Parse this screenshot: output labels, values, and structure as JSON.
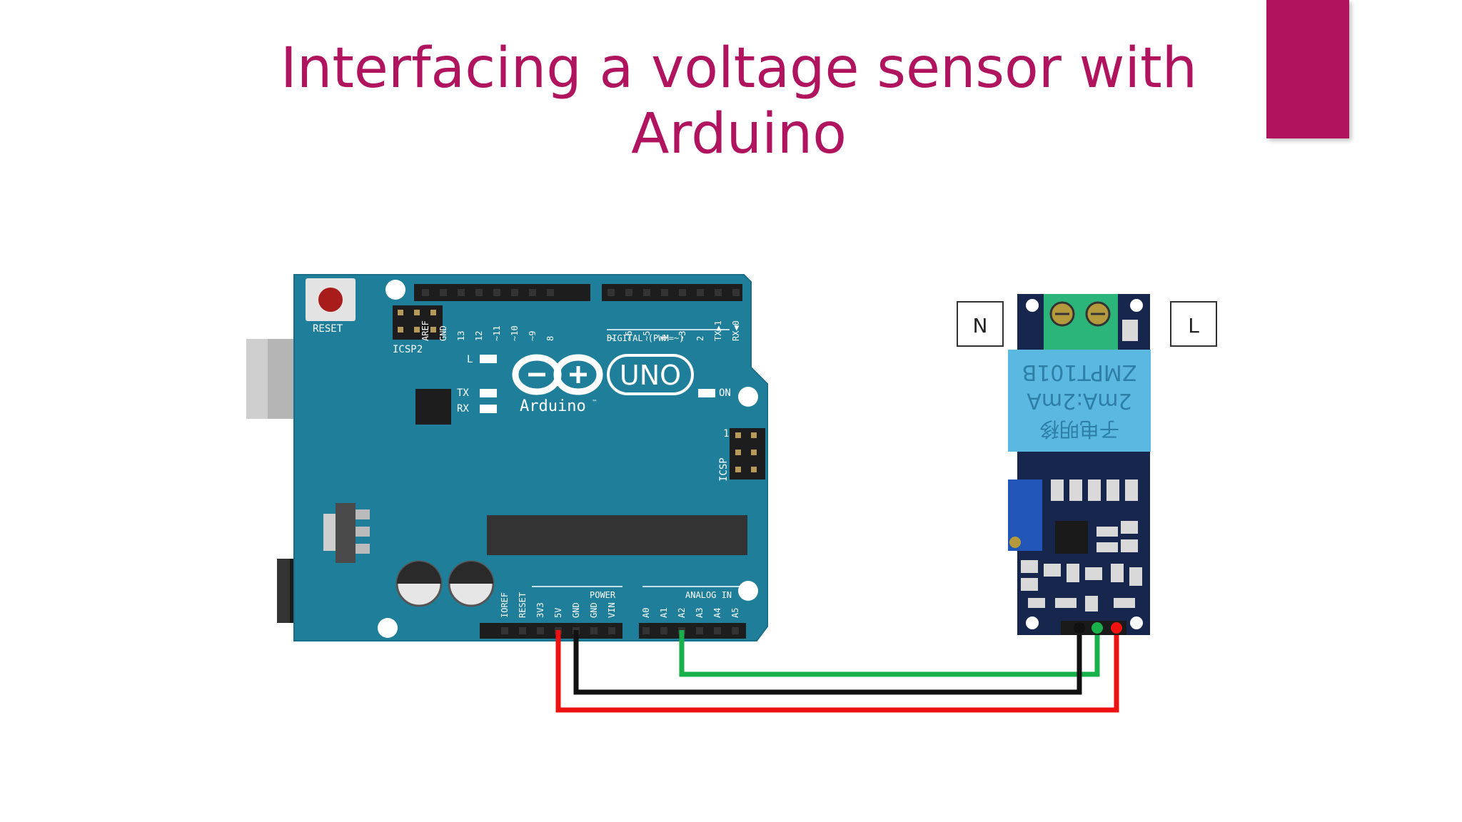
{
  "slide": {
    "title_line1": "Interfacing a voltage sensor with",
    "title_line2": "Arduino",
    "accent_color": "#b0145f"
  },
  "arduino": {
    "board_color": "#1f7f9a",
    "reset_label": "RESET",
    "icsp2_label": "ICSP2",
    "icsp_label": "ICSP",
    "icsp_pin1": "1",
    "led_l": "L",
    "led_tx": "TX",
    "led_rx": "RX",
    "led_on": "ON",
    "logo_text": "Arduino",
    "logo_tm": "™",
    "uno_text": "UNO",
    "digital_label": "DIGITAL (PWM=~)",
    "power_label": "POWER",
    "analog_label": "ANALOG IN",
    "digital_pins": [
      "AREF",
      "GND",
      "13",
      "12",
      "~11",
      "~10",
      "~9",
      "8",
      "7",
      "~6",
      "~5",
      "4",
      "~3",
      "2",
      "TX▶1",
      "RX◀0"
    ],
    "power_pins": [
      "IOREF",
      "RESET",
      "3V3",
      "5V",
      "GND",
      "GND",
      "VIN"
    ],
    "analog_pins": [
      "A0",
      "A1",
      "A2",
      "A3",
      "A4",
      "A5"
    ]
  },
  "sensor": {
    "terminal_n": "N",
    "terminal_l": "L",
    "transformer_line1": "子电明移",
    "transformer_line2": "2mA:2mA",
    "transformer_line3": "ZMPT101B",
    "transformer_color": "#5bb8e0"
  },
  "wires": {
    "signal_color": "#17b04b",
    "ground_color": "#111111",
    "power_color": "#ee1111"
  }
}
